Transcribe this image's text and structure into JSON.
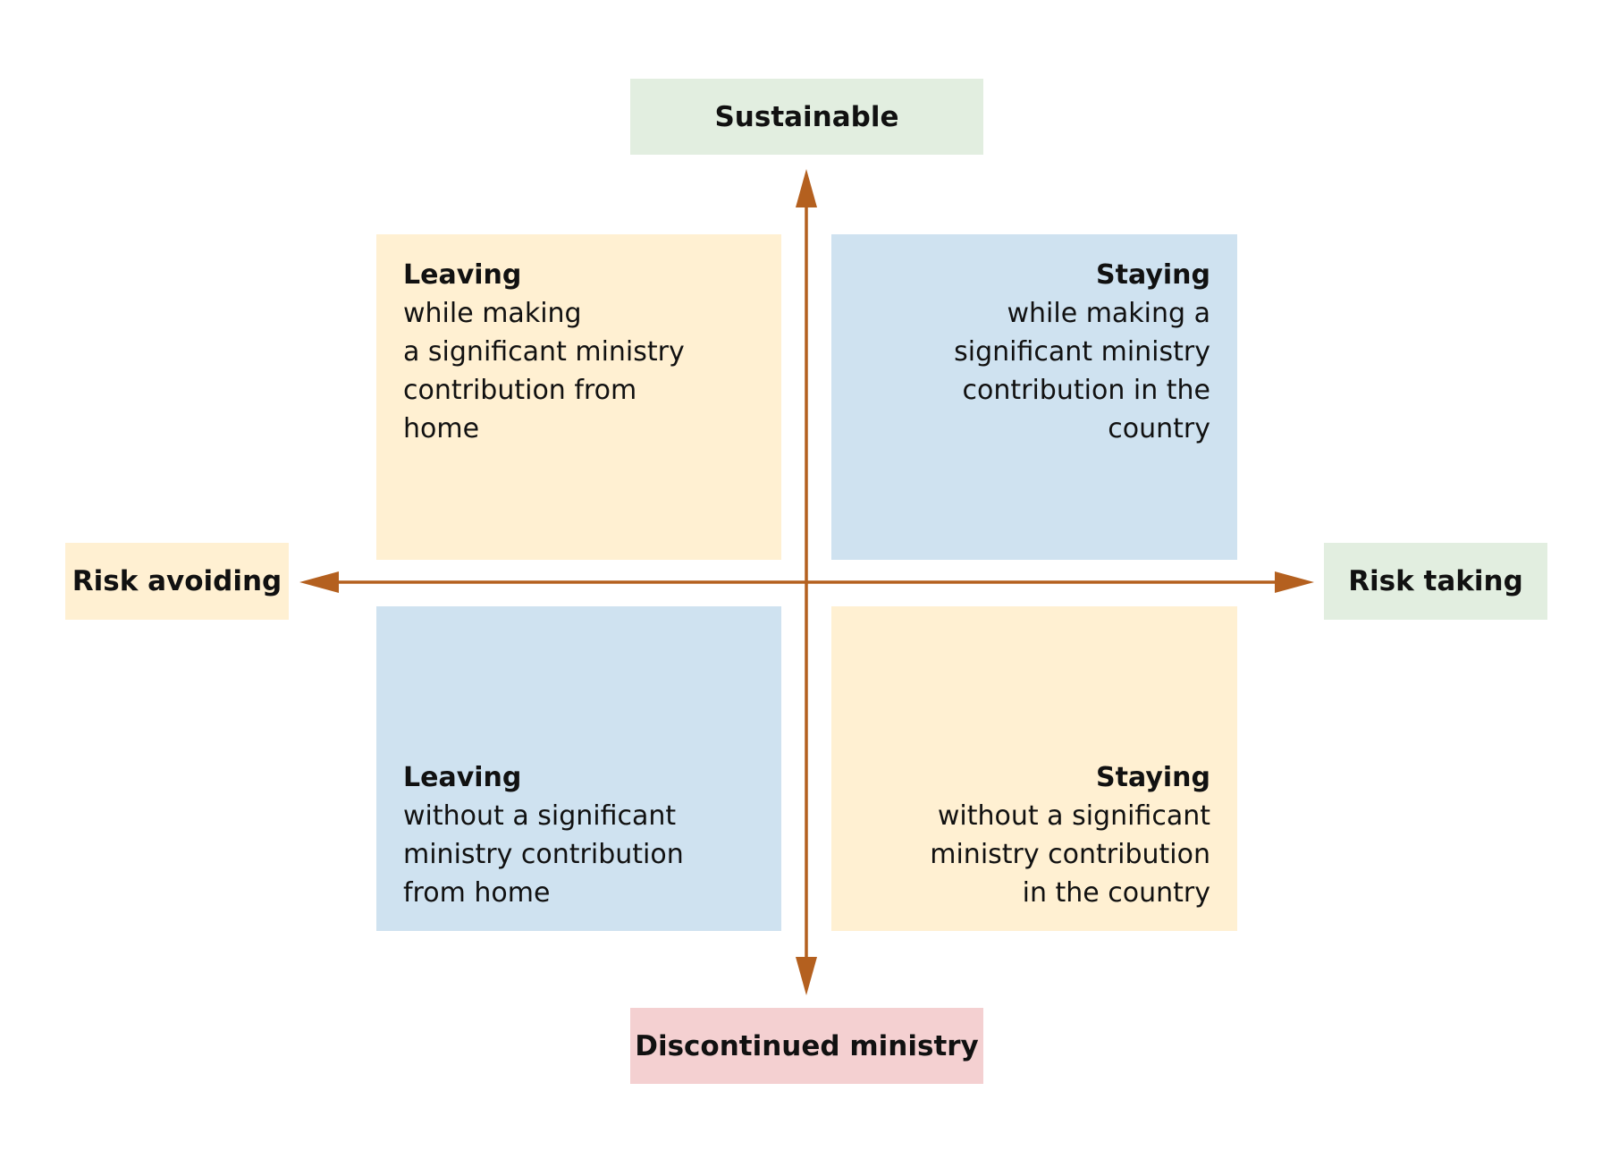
{
  "axes": {
    "top": "Sustainable",
    "bottom": "Discontinued ministry",
    "left": "Risk avoiding",
    "right": "Risk taking"
  },
  "quadrants": {
    "top_left": {
      "heading": "Leaving",
      "text": "while making\na significant ministry\ncontribution from\nhome"
    },
    "top_right": {
      "heading": "Staying",
      "text": "while making a\nsignificant ministry\ncontribution in the\ncountry"
    },
    "bottom_left": {
      "heading": "Leaving",
      "text": "without a significant\nministry contribution\nfrom home"
    },
    "bottom_right": {
      "heading": "Staying",
      "text": "without a significant\nministry contribution\nin the country"
    }
  },
  "colors": {
    "green_label": "#e2eee0",
    "yellow": "#fff0d2",
    "blue": "#cfe2f0",
    "red_label": "#f4d0d1",
    "arrow": "#b4601f"
  }
}
